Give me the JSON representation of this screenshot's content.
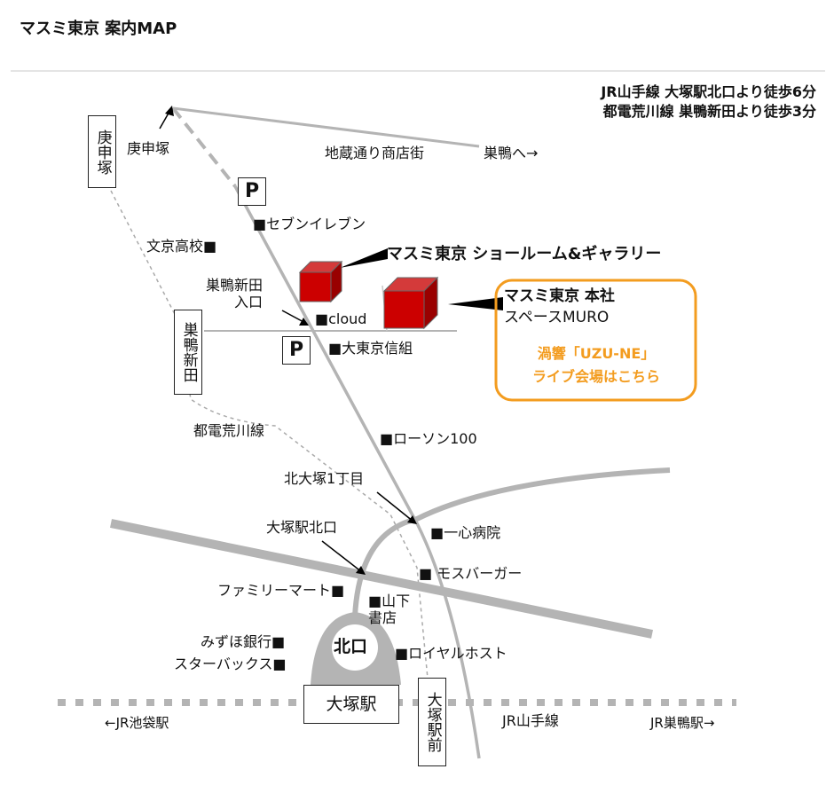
{
  "title": "マスミ東京  案内MAP",
  "access": [
    "JR山手線 大塚駅北口より徒歩6分",
    "都電荒川線  巣鴨新田より徒歩3分"
  ],
  "stations": {
    "koshinzuka": "庚申塚",
    "sugamoshinden": "巣鴨新田",
    "otsuka": "大塚駅",
    "otsukaekimae": "大塚駅前",
    "kitaguchi": "北口"
  },
  "parking": "P",
  "labels": {
    "koshinzuka": "庚申塚",
    "jizo": "地蔵通り商店街",
    "sugamo": "巣鴨へ→",
    "seven": "セブンイレブン",
    "bunkyo": "文京高校■",
    "entrance": "巣鴨新田\n入口",
    "cloud": "cloud",
    "daitokyo": "大東京信組",
    "toden": "都電荒川線",
    "lawson": "ローソン100",
    "kitaotsuka": "北大塚1丁目",
    "otsukakita": "大塚駅北口",
    "isshin": "一心病院",
    "mos": " モスバーガー",
    "family": "ファミリーマート■",
    "yamashita": "山下\n書店",
    "mizuho": "みずほ銀行■",
    "starbucks": "スターバックス■",
    "royal": "ロイヤルホスト",
    "ikebukuro": "←JR池袋駅",
    "yamanote": "JR山手線",
    "jrsugamo": "JR巣鴨駅→"
  },
  "showroom": "マスミ東京  ショールーム&ギャラリー",
  "honsha": {
    "line1": "マスミ東京  本社",
    "line2": "スペースMURO",
    "event1": "渦響「UZU-NE」",
    "event2": "ライブ会場はこちら"
  },
  "colors": {
    "accent": "#f39c1f",
    "cube": "#cc0000",
    "road": "#b4b4b4"
  }
}
